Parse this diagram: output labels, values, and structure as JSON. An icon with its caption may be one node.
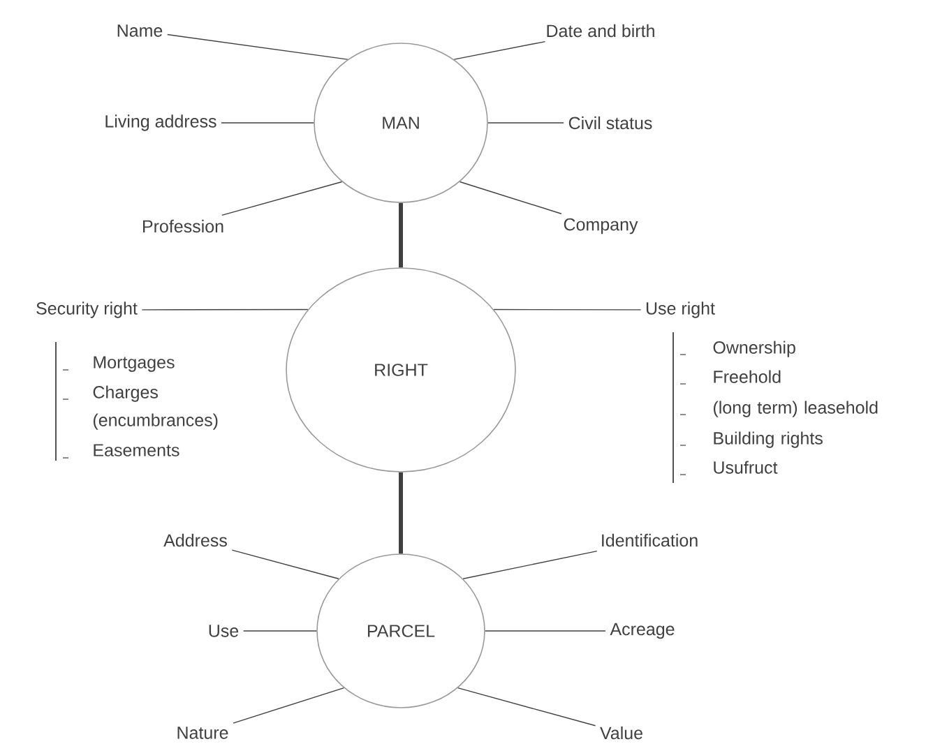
{
  "diagram": {
    "nodes": [
      {
        "text": [
          "MAN"
        ]
      },
      {
        "text": [
          "RIGHT"
        ]
      },
      {
        "text": [
          "PARCEL"
        ]
      },
      {
        "text": [
          "Name"
        ]
      },
      {
        "text": [
          "Date and birth"
        ]
      },
      {
        "text": [
          "Living address"
        ]
      },
      {
        "text": [
          "Civil status"
        ]
      },
      {
        "text": [
          "Profession"
        ]
      },
      {
        "text": [
          "Company"
        ]
      },
      {
        "text": [
          "Security right"
        ],
        "beside": [
          "Mortgages",
          "Charges (encumbrances)",
          "Easements"
        ]
      },
      {
        "text": [
          "Use right"
        ],
        "beside": [
          "Ownership",
          "Freehold",
          "(long term) leasehold",
          "Building rights",
          "Usufruct"
        ]
      },
      {
        "text": [
          "Address"
        ]
      },
      {
        "text": [
          "Identification"
        ]
      },
      {
        "text": [
          "Use"
        ]
      },
      {
        "text": [
          "Acreage"
        ]
      },
      {
        "text": [
          "Nature"
        ]
      },
      {
        "text": [
          "Value"
        ]
      }
    ],
    "edges": [
      {
        "from": 0,
        "to": 1,
        "arrow": "none",
        "style": "thick"
      },
      {
        "from": 1,
        "to": 2,
        "arrow": "none",
        "style": "thick"
      },
      {
        "from": 3,
        "to": 0,
        "arrow": "none"
      },
      {
        "from": 4,
        "to": 0,
        "arrow": "none"
      },
      {
        "from": 5,
        "to": 0,
        "arrow": "none"
      },
      {
        "from": 6,
        "to": 0,
        "arrow": "none"
      },
      {
        "from": 7,
        "to": 0,
        "arrow": "none"
      },
      {
        "from": 8,
        "to": 0,
        "arrow": "none"
      },
      {
        "from": 9,
        "to": 1,
        "arrow": "none"
      },
      {
        "from": 10,
        "to": 1,
        "arrow": "none"
      },
      {
        "from": 11,
        "to": 2,
        "arrow": "none"
      },
      {
        "from": 12,
        "to": 2,
        "arrow": "none"
      },
      {
        "from": 13,
        "to": 2,
        "arrow": "none"
      },
      {
        "from": 14,
        "to": 2,
        "arrow": "none"
      },
      {
        "from": 15,
        "to": 2,
        "arrow": "none"
      },
      {
        "from": 16,
        "to": 2,
        "arrow": "none"
      }
    ]
  }
}
